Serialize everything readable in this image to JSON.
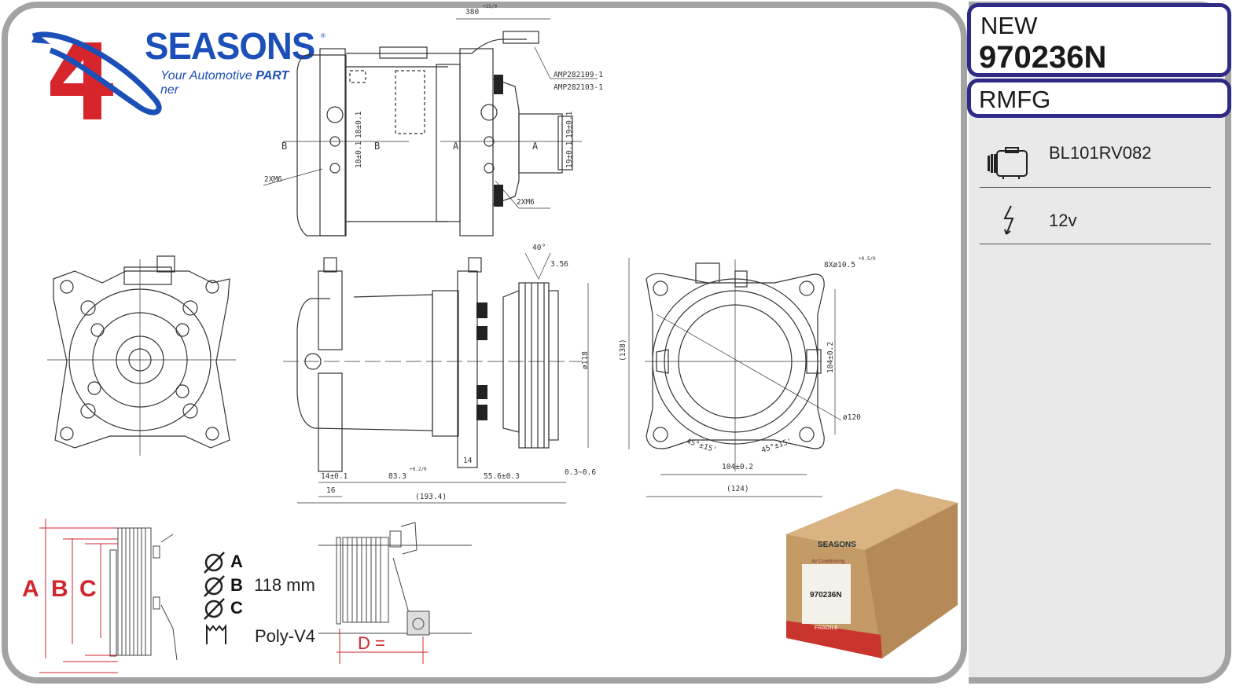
{
  "brand": {
    "name": "SEASONS",
    "numeral": "4",
    "registered": "®",
    "tagline_prefix": "Your Automotive ",
    "tagline_bold": "PART",
    "tagline_suffix": " ner",
    "colors": {
      "blue": "#1c4fb8",
      "red": "#d7262b"
    }
  },
  "product": {
    "condition": "NEW",
    "part_number": "970236N",
    "type": "RMFG"
  },
  "specs": [
    {
      "icon": "compressor-icon",
      "value": "BL101RV082"
    },
    {
      "icon": "lightning-bolt-icon",
      "value": "12v"
    }
  ],
  "drawing": {
    "top_view": [
      "380",
      "+15/0",
      "AMP282109-1",
      "AMP282103-1",
      "2XM6",
      "2XM6",
      "18±0.1",
      "18±0.1",
      "19±0.1",
      "19±0.1",
      "B",
      "B",
      "A",
      "A"
    ],
    "side_view": [
      "40°",
      "3.56",
      "ø118",
      "14",
      "14±0.1",
      "16",
      "83.3",
      "+0.2/0",
      "55.6±0.3",
      "0.3~0.6",
      "(193.4)"
    ],
    "rear_view": [
      "8Xø10.5",
      "+0.5/0",
      "(138)",
      "104±0.2",
      "104±0.2",
      "ø120",
      "45°±15'",
      "45°±15'",
      "(124)"
    ]
  },
  "pulley_legend": {
    "letters": [
      "A",
      "B",
      "C"
    ],
    "diameter_a": "A",
    "diameter_b": "B",
    "diameter_c": "C",
    "diameter_value": "118 mm",
    "belt_type": "Poly-V4",
    "d_label": "D ="
  },
  "box_photo": {
    "brand": "SEASONS",
    "subtitle": "Air Conditioning",
    "part_number": "970236N",
    "band": "FRAGILE"
  },
  "colors": {
    "frame": "#a3a3a3",
    "box_border": "#2f2a85",
    "dimension_red": "#d0262d",
    "panel_bg": "#e9e9e9"
  }
}
